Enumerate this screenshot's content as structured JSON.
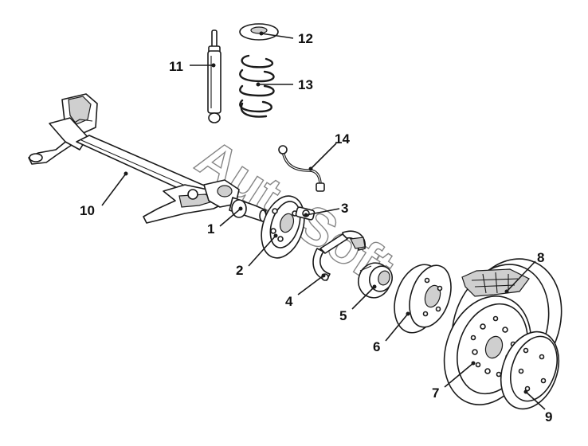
{
  "diagram": {
    "watermark": "AutoSoft",
    "callouts": [
      {
        "id": "1",
        "label": "1"
      },
      {
        "id": "2",
        "label": "2"
      },
      {
        "id": "3",
        "label": "3"
      },
      {
        "id": "4",
        "label": "4"
      },
      {
        "id": "5",
        "label": "5"
      },
      {
        "id": "6",
        "label": "6"
      },
      {
        "id": "7",
        "label": "7"
      },
      {
        "id": "8",
        "label": "8"
      },
      {
        "id": "9",
        "label": "9"
      },
      {
        "id": "10",
        "label": "10"
      },
      {
        "id": "11",
        "label": "11"
      },
      {
        "id": "12",
        "label": "12"
      },
      {
        "id": "13",
        "label": "13"
      },
      {
        "id": "14",
        "label": "14"
      }
    ],
    "colors": {
      "line": "#1a1a1a",
      "background": "#ffffff",
      "shade": "#cfcfcf"
    }
  }
}
